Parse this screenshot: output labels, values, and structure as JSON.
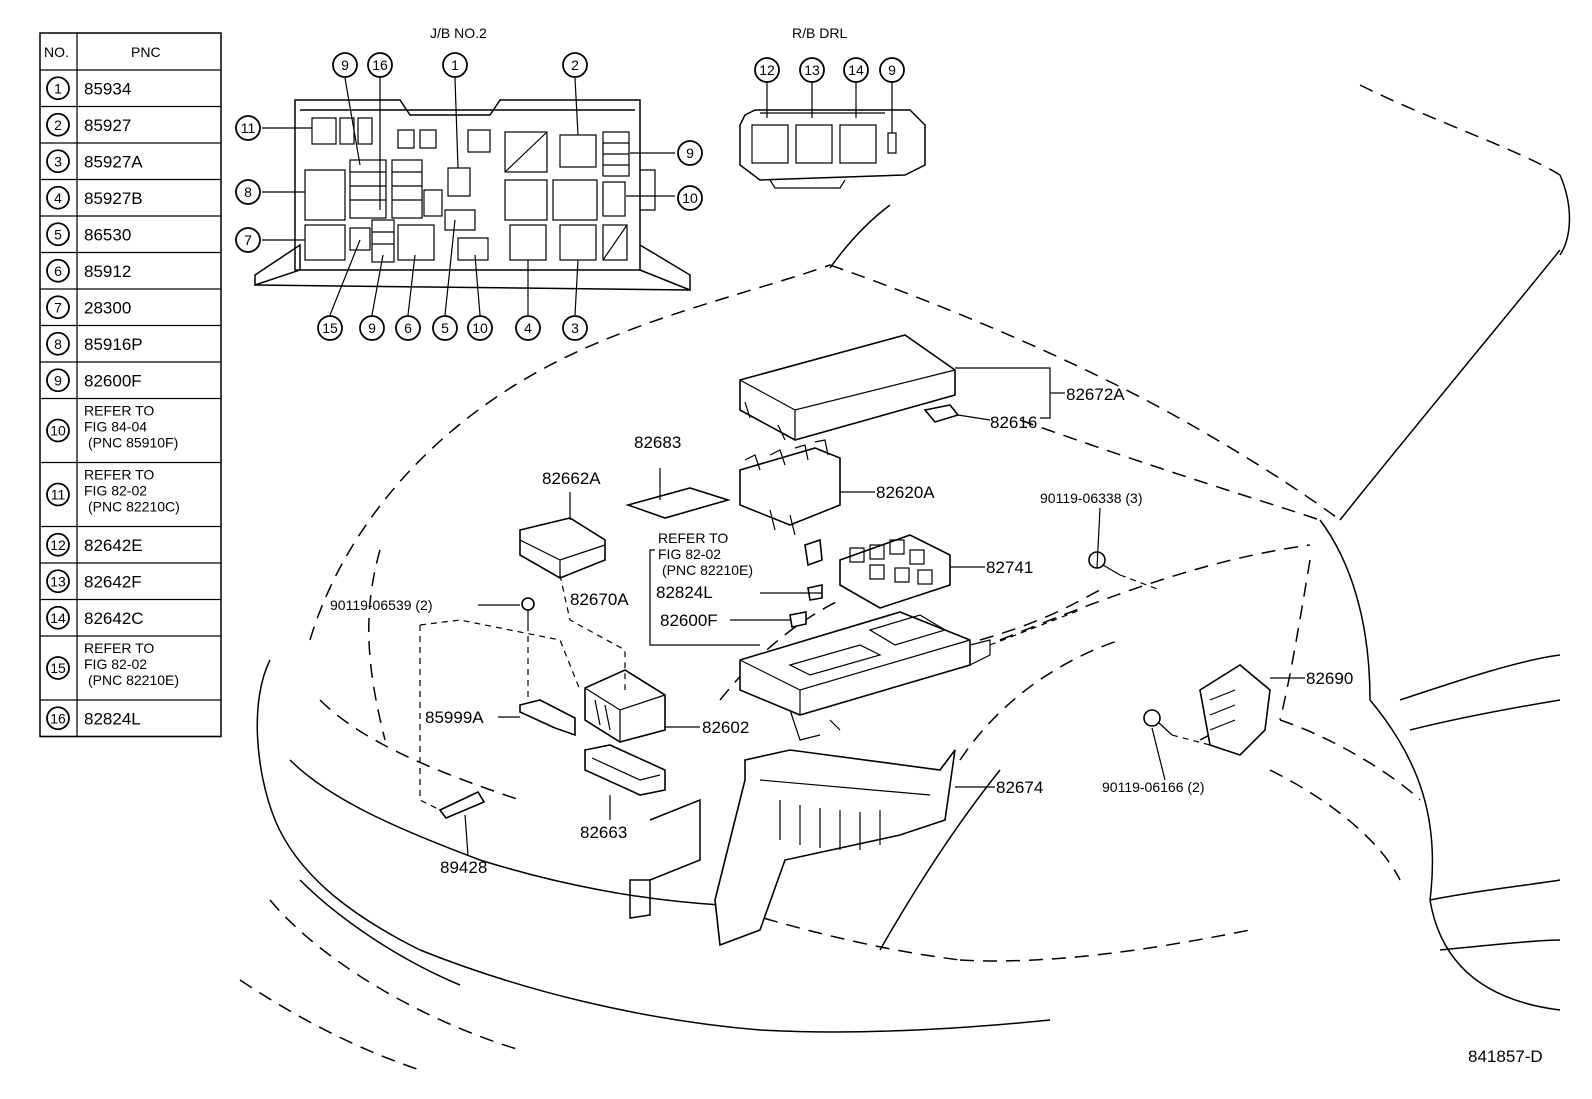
{
  "table": {
    "header_no": "NO.",
    "header_pnc": "PNC",
    "rows": [
      {
        "no": "1",
        "pnc": [
          "85934"
        ]
      },
      {
        "no": "2",
        "pnc": [
          "85927"
        ]
      },
      {
        "no": "3",
        "pnc": [
          "85927A"
        ]
      },
      {
        "no": "4",
        "pnc": [
          "85927B"
        ]
      },
      {
        "no": "5",
        "pnc": [
          "86530"
        ]
      },
      {
        "no": "6",
        "pnc": [
          "85912"
        ]
      },
      {
        "no": "7",
        "pnc": [
          "28300"
        ]
      },
      {
        "no": "8",
        "pnc": [
          "85916P"
        ]
      },
      {
        "no": "9",
        "pnc": [
          "82600F"
        ]
      },
      {
        "no": "10",
        "pnc": [
          "REFER TO",
          "FIG 84-04",
          "(PNC 85910F)"
        ]
      },
      {
        "no": "11",
        "pnc": [
          "REFER TO",
          "FIG 82-02",
          "(PNC 82210C)"
        ]
      },
      {
        "no": "12",
        "pnc": [
          "82642E"
        ]
      },
      {
        "no": "13",
        "pnc": [
          "82642F"
        ]
      },
      {
        "no": "14",
        "pnc": [
          "82642C"
        ]
      },
      {
        "no": "15",
        "pnc": [
          "REFER TO",
          "FIG 82-02",
          "(PNC 82210E)"
        ]
      },
      {
        "no": "16",
        "pnc": [
          "82824L"
        ]
      }
    ]
  },
  "jb_title": "J/B NO.2",
  "rb_title": "R/B DRL",
  "jb_callouts": {
    "top": [
      "9",
      "16",
      "1",
      "2"
    ],
    "left": [
      "11",
      "8",
      "7"
    ],
    "right": [
      "9",
      "10"
    ],
    "bottom": [
      "15",
      "9",
      "6",
      "5",
      "10",
      "4",
      "3"
    ]
  },
  "rb_callouts": [
    "12",
    "13",
    "14",
    "9"
  ],
  "labels": {
    "p82672A": "82672A",
    "p82616": "82616",
    "p82683": "82683",
    "p82620A": "82620A",
    "p82662A": "82662A",
    "refer": [
      "REFER TO",
      "FIG 82-02",
      "(PNC 82210E)"
    ],
    "p82741": "82741",
    "p82824L": "82824L",
    "p82670A": "82670A",
    "p82600F": "82600F",
    "bolt_06539": "90119-06539 (2)",
    "bolt_06338": "90119-06338 (3)",
    "p85999A": "85999A",
    "p82602": "82602",
    "p82690": "82690",
    "p82674": "82674",
    "bolt_06166": "90119-06166 (2)",
    "p82663": "82663",
    "p89428": "89428",
    "figure_id": "841857-D"
  }
}
